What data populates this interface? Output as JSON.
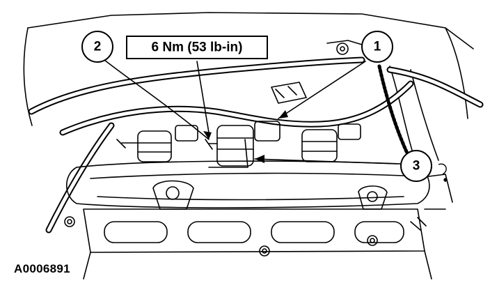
{
  "callouts": [
    {
      "id": "1",
      "label": "1"
    },
    {
      "id": "2",
      "label": "2"
    },
    {
      "id": "3",
      "label": "3"
    }
  ],
  "torque_label": "6 Nm (53 lb-in)",
  "figure_id": "A0006891",
  "colors": {
    "ink": "#000000",
    "paper": "#ffffff"
  }
}
